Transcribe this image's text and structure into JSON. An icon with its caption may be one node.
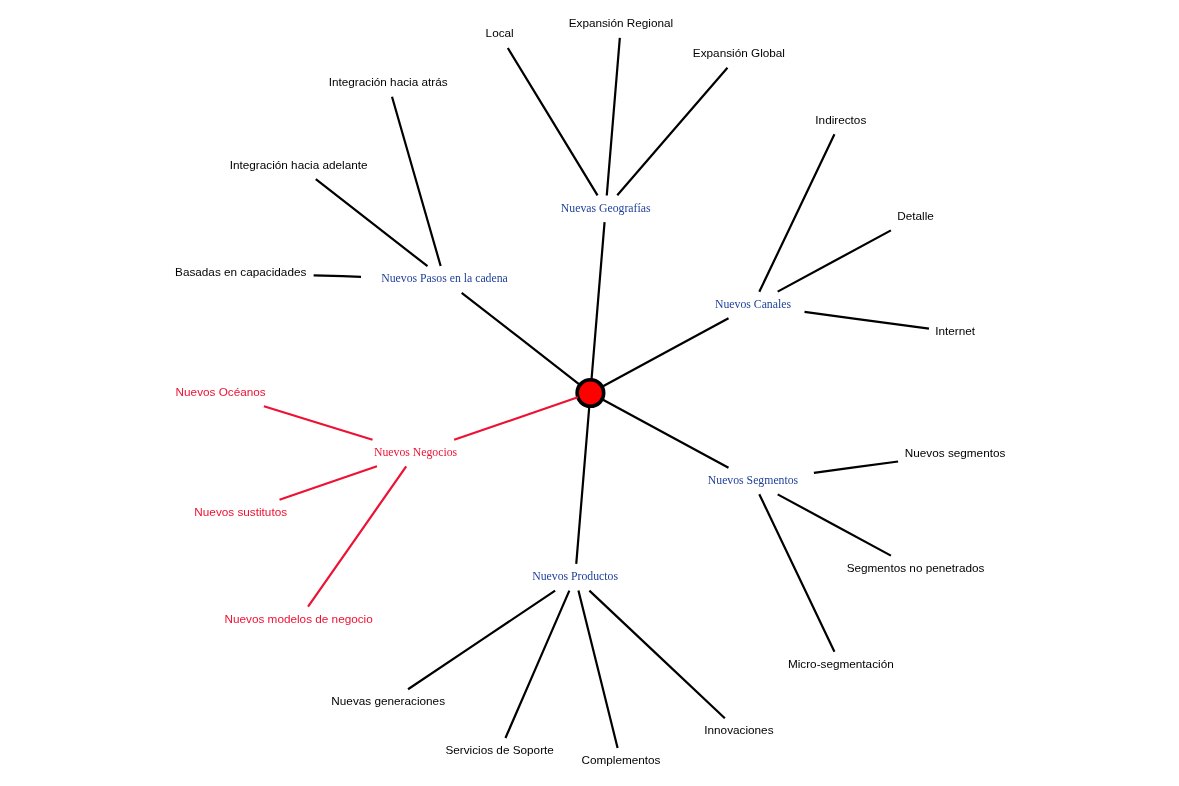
{
  "diagram": {
    "nodes": [
      {
        "text": [],
        "shape": "circle"
      },
      {
        "text": [
          "Nuevos Canales"
        ]
      },
      {
        "text": [
          "Internet"
        ]
      },
      {
        "text": [
          "Detalle"
        ]
      },
      {
        "text": [
          "Indirectos"
        ]
      },
      {
        "text": [
          "Nuevas Geografías"
        ]
      },
      {
        "text": [
          "Expansión Global"
        ]
      },
      {
        "text": [
          "Expansión Regional"
        ]
      },
      {
        "text": [
          "Local"
        ]
      },
      {
        "text": [
          "Nuevos Pasos en la cadena"
        ]
      },
      {
        "text": [
          "Integración hacia atrás"
        ]
      },
      {
        "text": [
          "Integración hacia adelante"
        ]
      },
      {
        "text": [
          "Basadas en capacidades"
        ]
      },
      {
        "text": [
          "Nuevos Negocios"
        ]
      },
      {
        "text": [
          "Nuevos Océanos"
        ]
      },
      {
        "text": [
          "Nuevos sustitutos"
        ]
      },
      {
        "text": [
          "Nuevos modelos de negocio"
        ]
      },
      {
        "text": [
          "Nuevos Productos"
        ]
      },
      {
        "text": [
          "Nuevas generaciones"
        ]
      },
      {
        "text": [
          "Servicios de Soporte"
        ]
      },
      {
        "text": [
          "Complementos"
        ]
      },
      {
        "text": [
          "Innovaciones"
        ]
      },
      {
        "text": [
          "Nuevos Segmentos"
        ]
      },
      {
        "text": [
          "Micro-segmentación"
        ]
      },
      {
        "text": [
          "Segmentos no penetrados"
        ]
      },
      {
        "text": [
          "Nuevos segmentos"
        ]
      }
    ],
    "edges": [
      {
        "from": 0,
        "to": 1,
        "arrow": "none"
      },
      {
        "from": 1,
        "to": 2,
        "arrow": "none"
      },
      {
        "from": 1,
        "to": 3,
        "arrow": "none"
      },
      {
        "from": 1,
        "to": 4,
        "arrow": "none"
      },
      {
        "from": 0,
        "to": 5,
        "arrow": "none"
      },
      {
        "from": 5,
        "to": 6,
        "arrow": "none"
      },
      {
        "from": 5,
        "to": 7,
        "arrow": "none"
      },
      {
        "from": 5,
        "to": 8,
        "arrow": "none"
      },
      {
        "from": 0,
        "to": 9,
        "arrow": "none"
      },
      {
        "from": 9,
        "to": 10,
        "arrow": "none"
      },
      {
        "from": 9,
        "to": 11,
        "arrow": "none"
      },
      {
        "from": 9,
        "to": 12,
        "arrow": "none"
      },
      {
        "from": 0,
        "to": 13,
        "arrow": "none",
        "color": "#ee1133"
      },
      {
        "from": 13,
        "to": 14,
        "arrow": "none",
        "color": "#ee1133"
      },
      {
        "from": 13,
        "to": 15,
        "arrow": "none",
        "color": "#ee1133"
      },
      {
        "from": 13,
        "to": 16,
        "arrow": "none",
        "color": "#ee1133"
      },
      {
        "from": 0,
        "to": 17,
        "arrow": "none"
      },
      {
        "from": 17,
        "to": 18,
        "arrow": "none"
      },
      {
        "from": 17,
        "to": 19,
        "arrow": "none"
      },
      {
        "from": 17,
        "to": 20,
        "arrow": "none"
      },
      {
        "from": 17,
        "to": 21,
        "arrow": "none"
      },
      {
        "from": 0,
        "to": 22,
        "arrow": "none"
      },
      {
        "from": 22,
        "to": 23,
        "arrow": "none"
      },
      {
        "from": 22,
        "to": 24,
        "arrow": "none"
      },
      {
        "from": 22,
        "to": 25,
        "arrow": "none"
      }
    ]
  }
}
